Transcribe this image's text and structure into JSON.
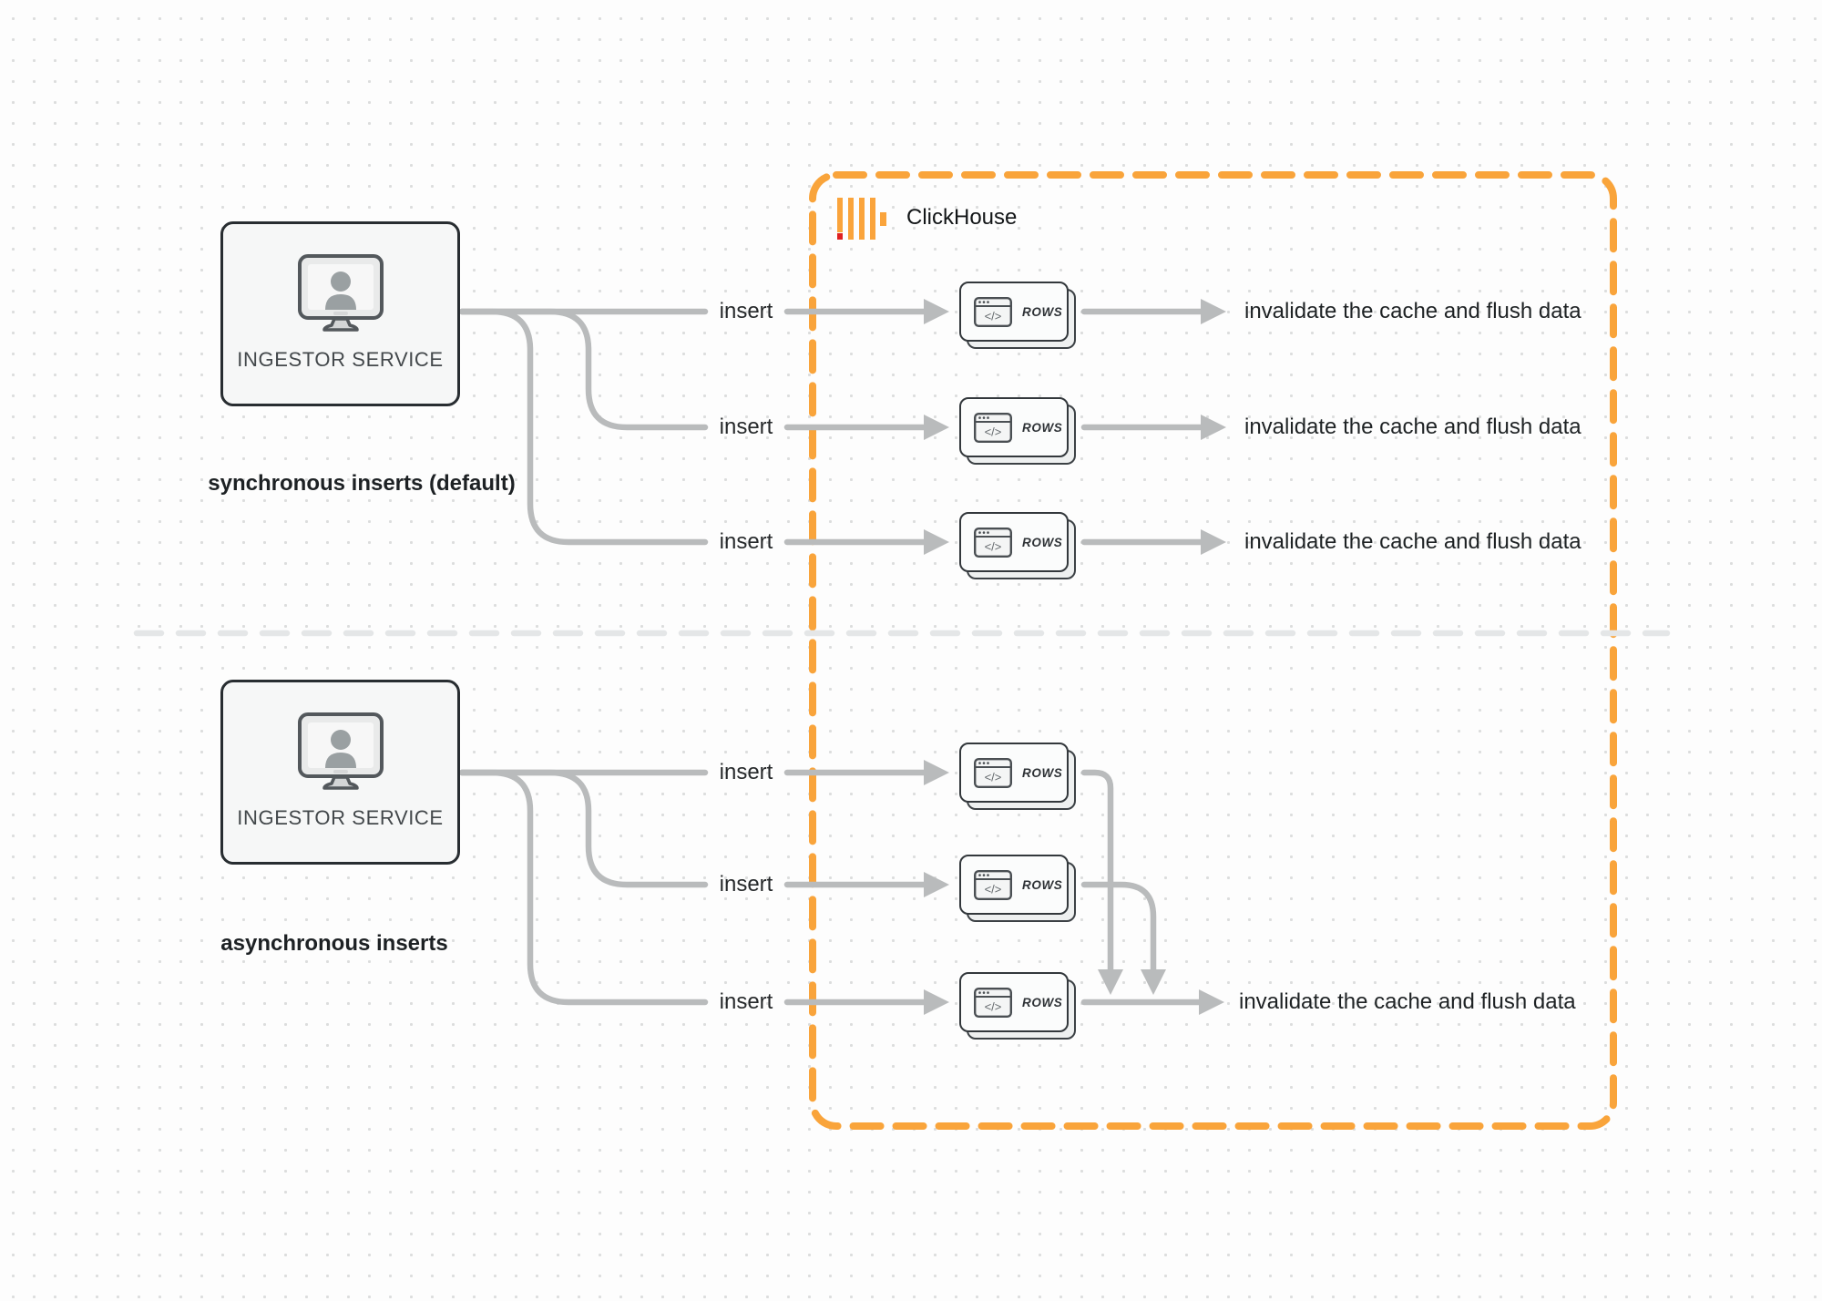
{
  "clickhouse": {
    "label": "ClickHouse"
  },
  "sync": {
    "source_label": "INGESTOR SERVICE",
    "caption": "synchronous inserts (default)",
    "rows": [
      {
        "insert_label": "insert",
        "result_label": "invalidate the cache and flush data"
      },
      {
        "insert_label": "insert",
        "result_label": "invalidate the cache and flush data"
      },
      {
        "insert_label": "insert",
        "result_label": "invalidate the cache and flush data"
      }
    ]
  },
  "async": {
    "source_label": "INGESTOR SERVICE",
    "caption": "asynchronous inserts",
    "rows": [
      {
        "insert_label": "insert"
      },
      {
        "insert_label": "insert"
      },
      {
        "insert_label": "insert"
      }
    ],
    "result_label": "invalidate the cache and flush data"
  },
  "rows_card": {
    "label": "ROWS"
  },
  "colors": {
    "accent_orange": "#F9A43B",
    "logo_red": "#E02020",
    "connector_gray": "#b9bbbc",
    "divider_gray": "#e4e6e7",
    "box_border_dark": "#282d31",
    "background": "#fdfdfd",
    "dot_grid": "#dcdddd"
  }
}
